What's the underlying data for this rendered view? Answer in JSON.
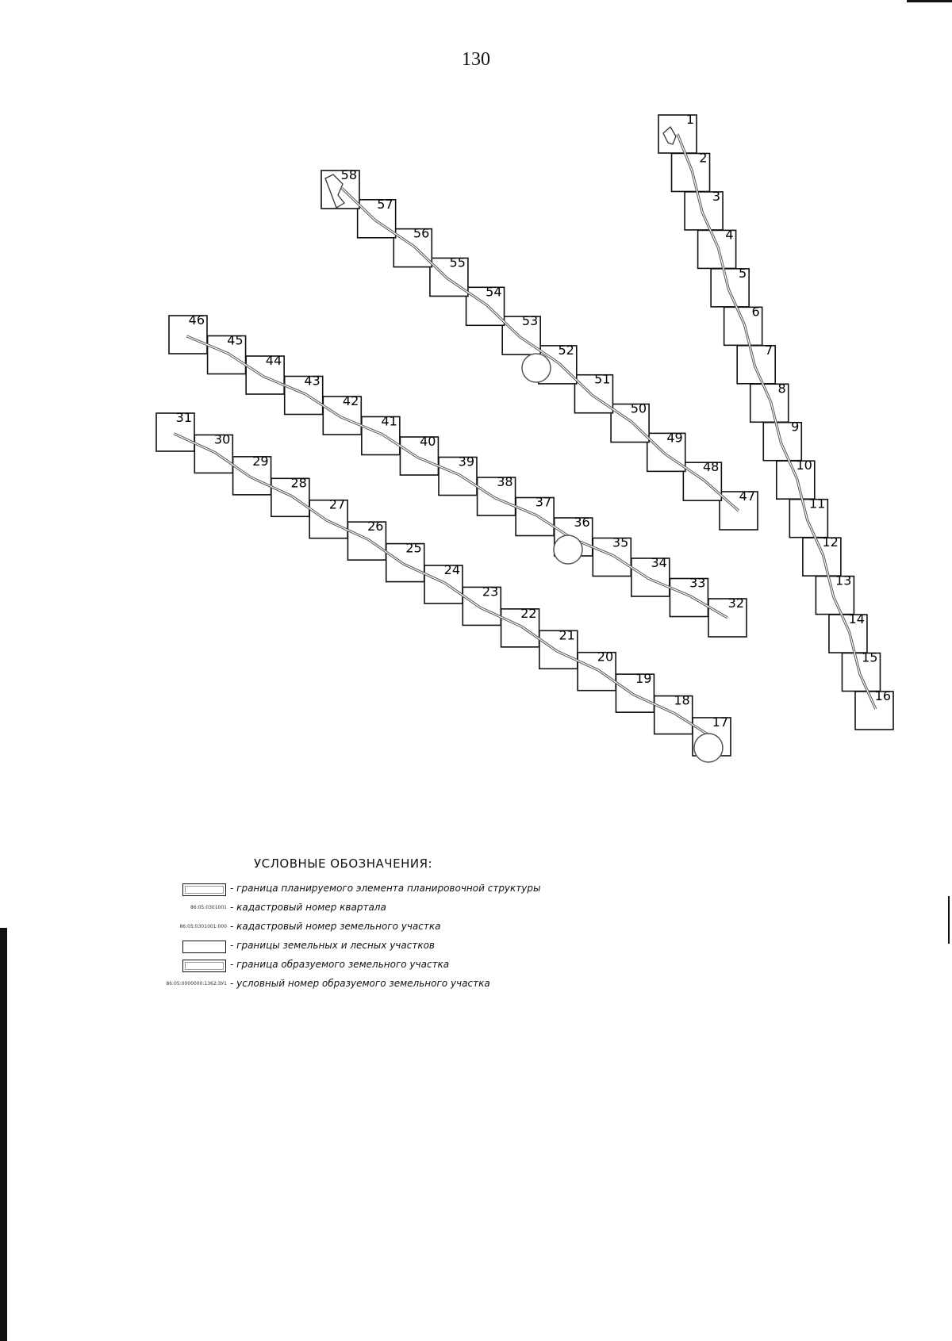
{
  "page_number": "130",
  "legend": {
    "title": "УСЛОВНЫЕ ОБОЗНАЧЕНИЯ:",
    "items": [
      {
        "symbol": "box-double",
        "code": "",
        "text": "- граница планируемого элемента планировочной структуры"
      },
      {
        "symbol": "code",
        "code": "86:05:0301001",
        "text": "- кадастровый номер квартала"
      },
      {
        "symbol": "code",
        "code": "86:05:0301001:000",
        "text": "- кадастровый номер земельного участка"
      },
      {
        "symbol": "box",
        "code": "",
        "text": "- границы земельных и лесных участков"
      },
      {
        "symbol": "box-double",
        "code": "",
        "text": "- граница образуемого земельного участка"
      },
      {
        "symbol": "code",
        "code": "86:05:0000000:1362:ЗУ1",
        "text": "- условный номер образуемого земельного участка"
      }
    ]
  },
  "sheets": {
    "chain_1_16": [
      "1",
      "2",
      "3",
      "4",
      "5",
      "6",
      "7",
      "8",
      "9",
      "10",
      "11",
      "12",
      "13",
      "14",
      "15",
      "16"
    ],
    "chain_17_31": [
      "17",
      "18",
      "19",
      "20",
      "21",
      "22",
      "23",
      "24",
      "25",
      "26",
      "27",
      "28",
      "29",
      "30",
      "31"
    ],
    "chain_32_46": [
      "32",
      "33",
      "34",
      "35",
      "36",
      "37",
      "38",
      "39",
      "40",
      "41",
      "42",
      "43",
      "44",
      "45",
      "46"
    ],
    "chain_47_58": [
      "47",
      "48",
      "49",
      "50",
      "51",
      "52",
      "53",
      "54",
      "55",
      "56",
      "57",
      "58"
    ]
  }
}
